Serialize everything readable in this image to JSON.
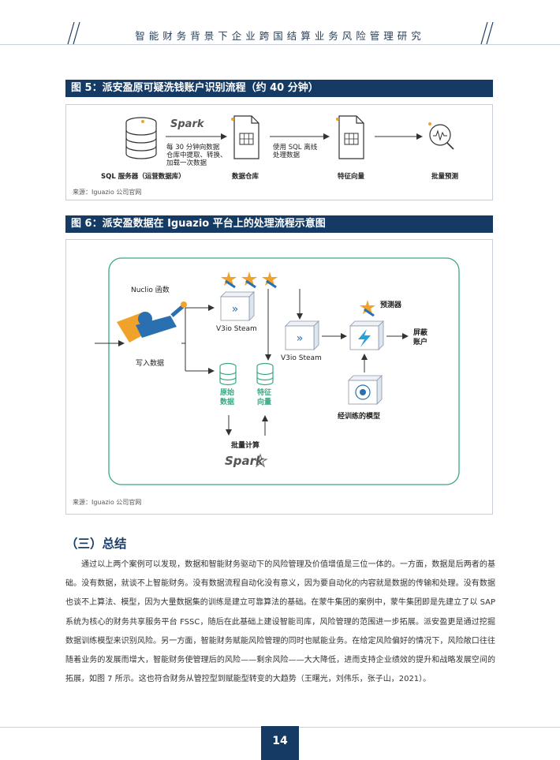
{
  "header": {
    "title": "智能财务背景下企业跨国结算业务风险管理研究"
  },
  "figure5": {
    "title": "图 5：派安盈原可疑洗钱账户识别流程（约 40 分钟）",
    "spark_logo": "Spark",
    "step1_note": [
      "每 30 分钟向数据",
      "仓库中提取、转换、",
      "加载一次数据"
    ],
    "step2_note": [
      "使用 SQL 离线",
      "处理数据"
    ],
    "labels": {
      "sql_server": "SQL 服务器（运营数据库）",
      "warehouse": "数据仓库",
      "feature_vector": "特征向量",
      "batch_prediction": "批量预测"
    },
    "source": "来源：Iguazio 公司官网"
  },
  "figure6": {
    "title": "图 6：派安盈数据在 Iguazio 平台上的处理流程示意图",
    "nuclio": "Nuclio 函数",
    "write_data": "写入数据",
    "v3io_stream_1": "V3io Steam",
    "v3io_stream_2": "V3io Steam",
    "raw_data": [
      "原始",
      "数据"
    ],
    "feature_vector": [
      "特征",
      "向量"
    ],
    "batch_compute": "批量计算",
    "spark_logo": "Spark",
    "predictor": "预测器",
    "block_account": [
      "屏蔽",
      "账户"
    ],
    "trained_model": "经训练的模型",
    "source": "来源：Iguazio 公司官网"
  },
  "section": {
    "title": "（三）总结",
    "paragraph": "通过以上两个案例可以发现，数据和智能财务驱动下的风险管理及价值增值是三位一体的。一方面，数据是后两者的基础。没有数据，就谈不上智能财务。没有数据流程自动化没有意义，因为要自动化的内容就是数据的传输和处理。没有数据也谈不上算法、模型，因为大量数据集的训练是建立可靠算法的基础。在蒙牛集团的案例中，蒙牛集团即是先建立了以 SAP 系统为核心的财务共享服务平台 FSSC，随后在此基础上建设智能司库，风险管理的范围进一步拓展。派安盈更是通过挖掘数据训练模型来识别风险。另一方面，智能财务赋能风险管理的同时也赋能业务。在给定风险偏好的情况下，风险敞口往往随着业务的发展而增大，智能财务使管理后的风险——剩余风险——大大降低，进而支持企业绩效的提升和战略发展空间的拓展，如图 7 所示。这也符合财务从管控型到赋能型转变的大趋势（王曙光，刘伟乐，张子山，2021）。"
  },
  "footer": {
    "page_number": "14"
  },
  "colors": {
    "navy": "#153a64",
    "green": "#39a87f",
    "accent_orange": "#f0a22b"
  }
}
